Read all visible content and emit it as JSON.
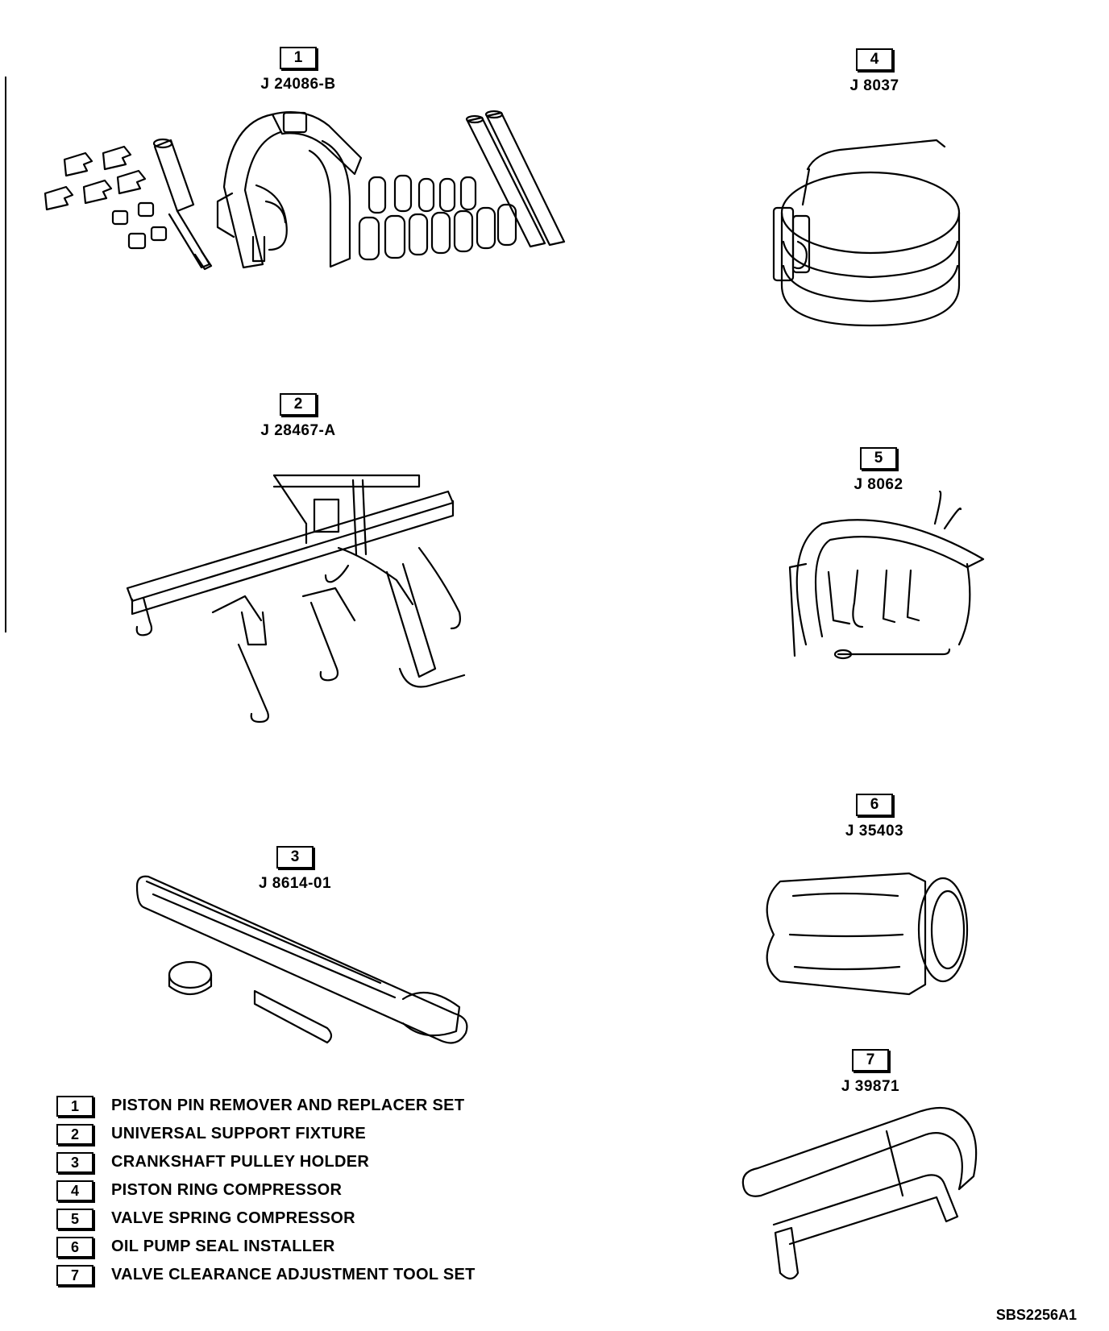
{
  "callouts": [
    {
      "num": "1",
      "code": "J 24086-B"
    },
    {
      "num": "2",
      "code": "J 28467-A"
    },
    {
      "num": "3",
      "code": "J 8614-01"
    },
    {
      "num": "4",
      "code": "J 8037"
    },
    {
      "num": "5",
      "code": "J 8062"
    },
    {
      "num": "6",
      "code": "J 35403"
    },
    {
      "num": "7",
      "code": "J 39871"
    }
  ],
  "legend": [
    {
      "num": "1",
      "text": "PISTON PIN REMOVER AND REPLACER SET"
    },
    {
      "num": "2",
      "text": "UNIVERSAL SUPPORT FIXTURE"
    },
    {
      "num": "3",
      "text": "CRANKSHAFT PULLEY HOLDER"
    },
    {
      "num": "4",
      "text": "PISTON RING COMPRESSOR"
    },
    {
      "num": "5",
      "text": "VALVE SPRING COMPRESSOR"
    },
    {
      "num": "6",
      "text": "OIL PUMP SEAL INSTALLER"
    },
    {
      "num": "7",
      "text": "VALVE CLEARANCE ADJUSTMENT TOOL SET"
    }
  ],
  "figure_id": "SBS2256A1"
}
